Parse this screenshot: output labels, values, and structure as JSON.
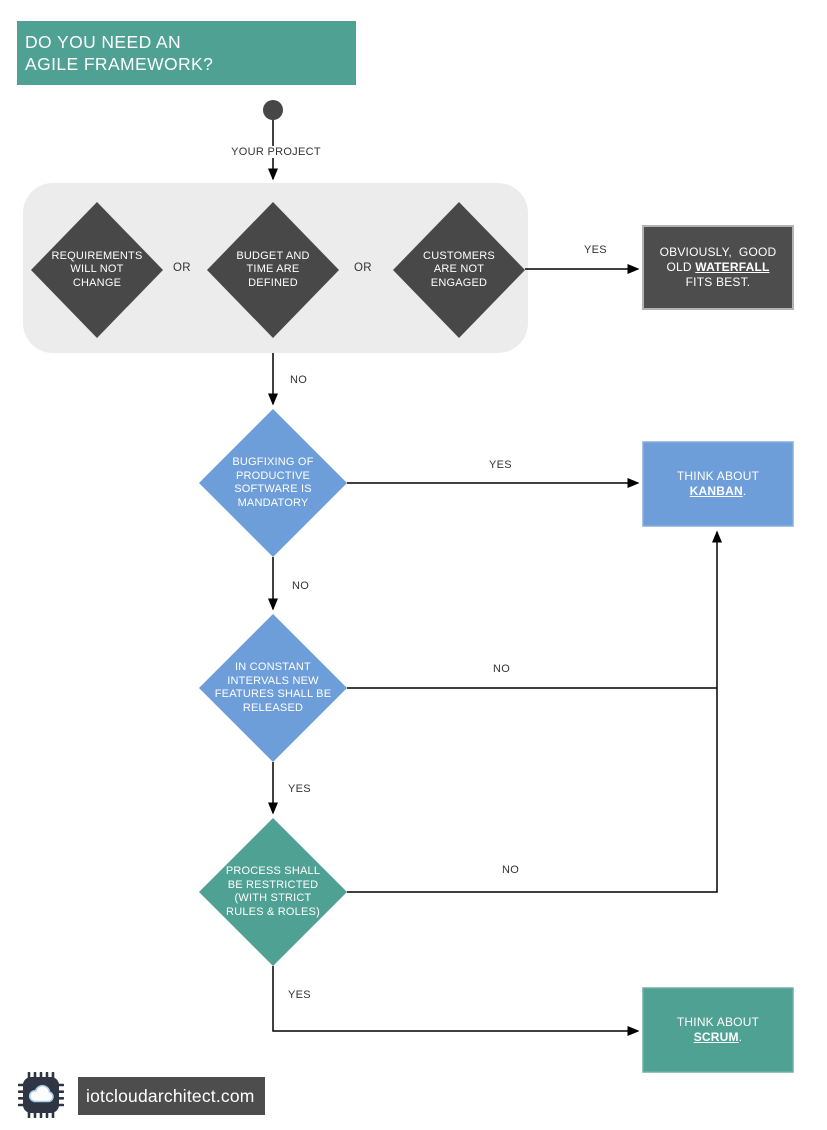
{
  "title": {
    "line1": "DO YOU NEED AN",
    "line2": "AGILE FRAMEWORK?"
  },
  "edges": {
    "start_label": "YOUR PROJECT",
    "group_to_waterfall": "YES",
    "group_to_bugfixing": "NO",
    "bugfixing_to_kanban": "YES",
    "bugfixing_to_intervals": "NO",
    "intervals_to_junction": "NO",
    "intervals_to_process": "YES",
    "process_to_junction": "NO",
    "process_to_scrum": "YES"
  },
  "or_label": "OR",
  "nodes": {
    "requirements": {
      "label": "REQUIREMENTS\nWILL NOT\nCHANGE"
    },
    "budget": {
      "label": "BUDGET AND\nTIME ARE\nDEFINED"
    },
    "customers": {
      "label": "CUSTOMERS\nARE NOT\nENGAGED"
    },
    "bugfixing": {
      "label": "BUGFIXING OF\nPRODUCTIVE\nSOFTWARE IS\nMANDATORY"
    },
    "intervals": {
      "label": "IN CONSTANT\nINTERVALS NEW\nFEATURES SHALL BE\nRELEASED"
    },
    "process": {
      "label": "PROCESS SHALL\nBE RESTRICTED\n(WITH STRICT\nRULES & ROLES)"
    },
    "waterfall": {
      "line1": "OBVIOUSLY,  GOOD",
      "line2_prefix": "OLD ",
      "keyword": "WATERFALL",
      "line3": "FITS BEST."
    },
    "kanban": {
      "line1": "THINK ABOUT",
      "keyword": "KANBAN",
      "suffix": "."
    },
    "scrum": {
      "line1": "THINK ABOUT",
      "keyword": "SCRUM",
      "suffix": "."
    }
  },
  "footer": {
    "domain": "iotcloudarchitect.com"
  },
  "colors": {
    "teal": "#4fa193",
    "blue": "#6d9ed9",
    "blue-border": "#85aede",
    "teal-border": "#6fb0a4",
    "dark-diamond": "#484848",
    "dark-box": "#4d4d4d",
    "dark-box-border": "#b3b3b3",
    "container-bg": "#ececec",
    "line": "#000000",
    "label-text": "#333333",
    "start-dot": "#474747",
    "chip-bg": "#2f3542",
    "cloud-stroke": "#a8d0ee"
  }
}
